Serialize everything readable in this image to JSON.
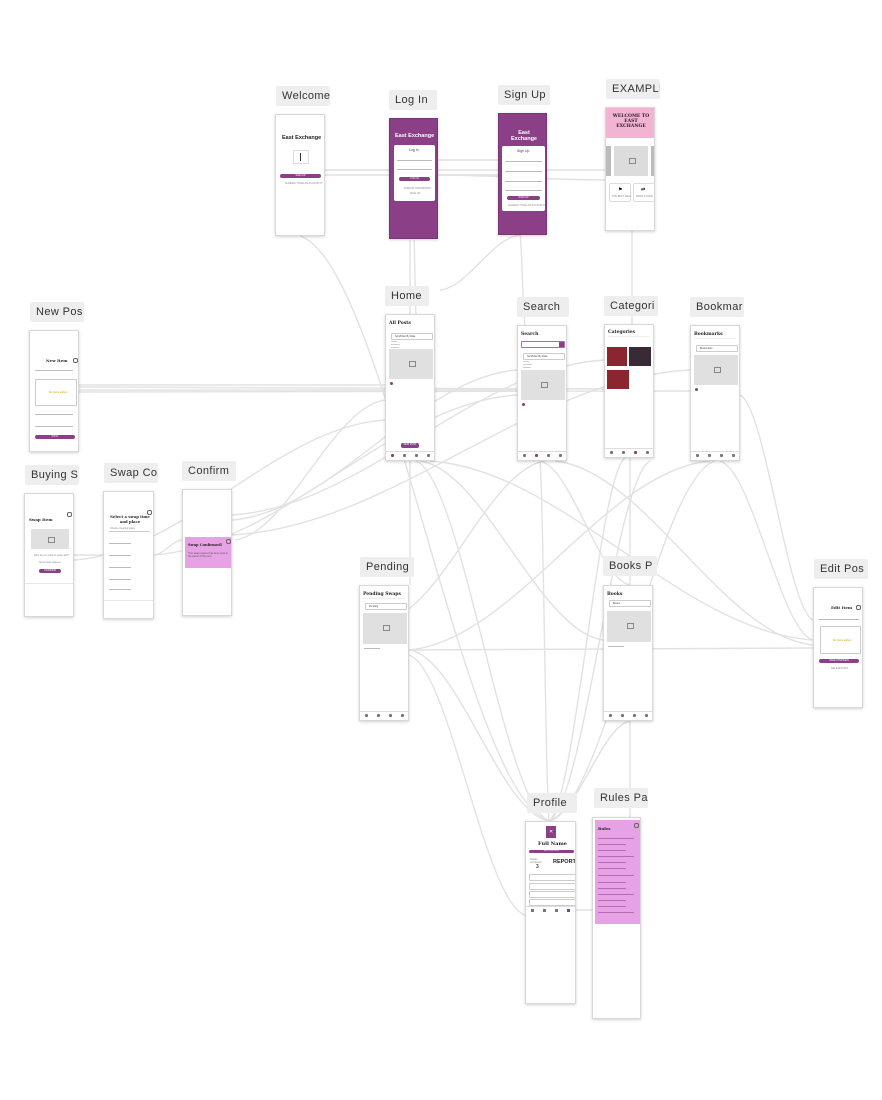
{
  "labels": {
    "welcome": "Welcome",
    "login": "Log In",
    "signup": "Sign Up",
    "example": "EXAMPLE",
    "newpost": "New Pos",
    "home": "Home",
    "search": "Search",
    "categories": "Categori",
    "bookmarks": "Bookmar",
    "buying": "Buying S",
    "swap": "Swap Co",
    "confirm": "Confirm",
    "pending": "Pending",
    "bookspage": "Books P",
    "editpost": "Edit Pos",
    "profile": "Profile",
    "rules": "Rules Pa"
  },
  "screens": {
    "welcome": {
      "title": "East Exchange",
      "btn": "SIGN UP",
      "link": "ALREADY HAVE AN ACCOUNT?"
    },
    "login": {
      "title": "East Exchange",
      "card_title": "Log in",
      "btn": "LOG IN",
      "link": "FORGOT PASSWORD?",
      "link2": "SIGN UP"
    },
    "signup": {
      "title": "East Exchange",
      "card_title": "Sign Up",
      "btn": "SIGN UP",
      "link": "ALREADY HAVE AN ACCOUNT?"
    },
    "example": {
      "banner": "WELCOME TO EAST EXCHANGE",
      "a": "THE BEST DEAL",
      "b": "SWAP & SAVE"
    },
    "newpost": {
      "title": "New Item",
      "placeholder": "No photo added",
      "btn": "POST"
    },
    "home": {
      "title": "All Posts",
      "dropdown": "Sort/Filter By Date",
      "fab": "NEW POST"
    },
    "search": {
      "title": "Search",
      "dropdown": "Sort/Filter By Date"
    },
    "categories": {
      "title": "Categories"
    },
    "bookmarks": {
      "title": "Bookmarks",
      "dropdown": "Bookmarks"
    },
    "buying": {
      "title": "Swap Item",
      "line1": "Who do you want to swap with?",
      "line2": "Send swap request",
      "btn": "CONFIRM"
    },
    "swap": {
      "title": "Select a swap time and place",
      "line": "Choose meeting place"
    },
    "confirm": {
      "title": "Swap Confirmed!",
      "body": "Your swap request has been sent to the owner of the item."
    },
    "pending": {
      "title": "Pending Swaps",
      "dropdown": "Pending"
    },
    "bookspage": {
      "title": "Books",
      "dropdown": "Books"
    },
    "editpost": {
      "title": "Edit Item",
      "placeholder": "No photo added",
      "btn": "SAVE CHANGES",
      "link": "DELETE POST"
    },
    "profile": {
      "name": "Full Name",
      "btn": "EDIT PROFILE",
      "count": "3",
      "report": "REPORT",
      "swaps": "Swaps completed"
    },
    "rules": {
      "title": "Rules"
    }
  },
  "colors": {
    "accent": "#8a3f86",
    "wire": "#e2e2e2",
    "pink": "#e7a2e6"
  }
}
